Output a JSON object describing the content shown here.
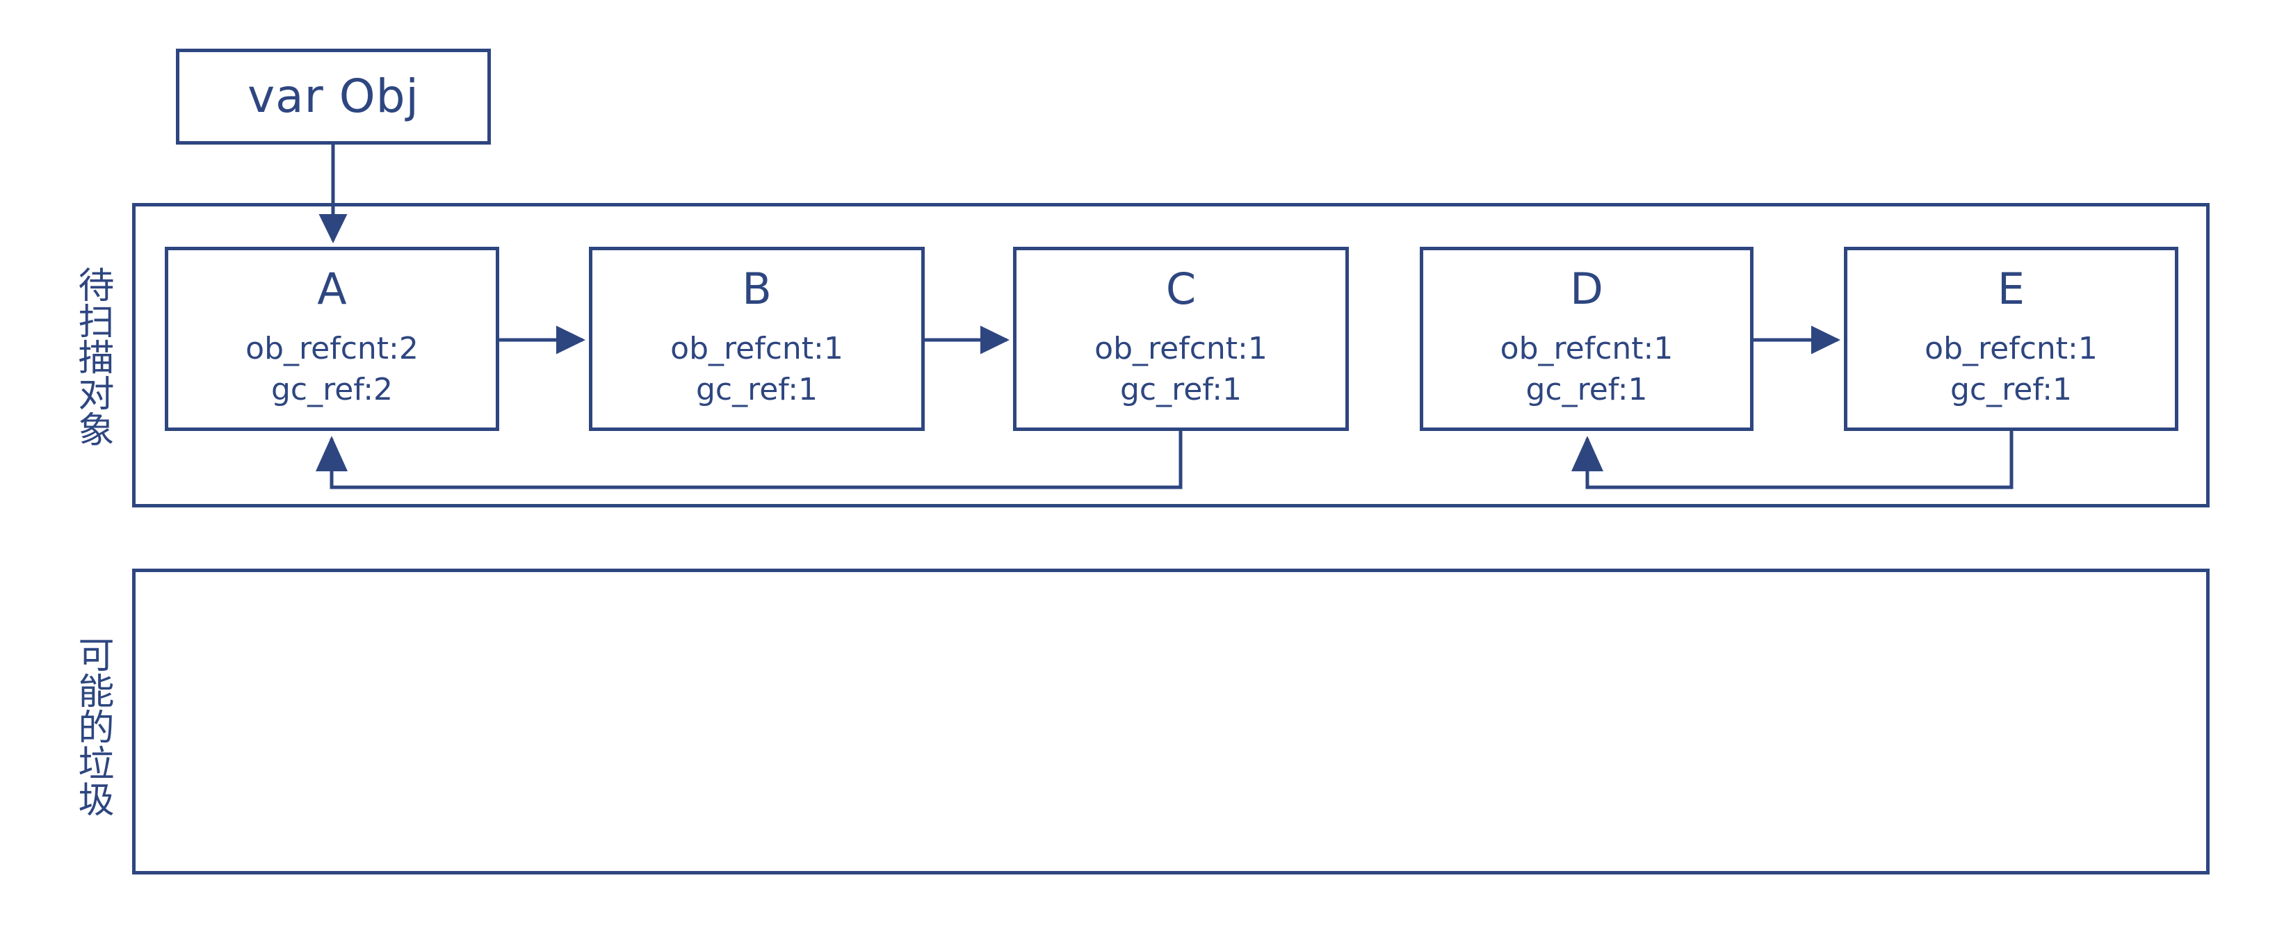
{
  "diagram": {
    "title_box": {
      "label": "var Obj"
    },
    "groups": [
      {
        "id": "scan",
        "label": "待扫描对象"
      },
      {
        "id": "garbage",
        "label": "可能的垃圾"
      }
    ],
    "nodes": [
      {
        "id": "A",
        "name": "A",
        "ob_refcnt": "ob_refcnt:2",
        "gc_ref": "gc_ref:2"
      },
      {
        "id": "B",
        "name": "B",
        "ob_refcnt": "ob_refcnt:1",
        "gc_ref": "gc_ref:1"
      },
      {
        "id": "C",
        "name": "C",
        "ob_refcnt": "ob_refcnt:1",
        "gc_ref": "gc_ref:1"
      },
      {
        "id": "D",
        "name": "D",
        "ob_refcnt": "ob_refcnt:1",
        "gc_ref": "gc_ref:1"
      },
      {
        "id": "E",
        "name": "E",
        "ob_refcnt": "ob_refcnt:1",
        "gc_ref": "gc_ref:1"
      }
    ],
    "edges": [
      {
        "from": "var Obj",
        "to": "A",
        "style": "arrow-down"
      },
      {
        "from": "A",
        "to": "B",
        "style": "arrow-right"
      },
      {
        "from": "B",
        "to": "C",
        "style": "arrow-right"
      },
      {
        "from": "D",
        "to": "E",
        "style": "arrow-right"
      },
      {
        "from": "C",
        "to": "A",
        "style": "arrow-loop-bottom"
      },
      {
        "from": "E",
        "to": "D",
        "style": "arrow-loop-bottom"
      }
    ],
    "colors": {
      "stroke": "#2E4680",
      "background": "#FFFFFF"
    }
  }
}
